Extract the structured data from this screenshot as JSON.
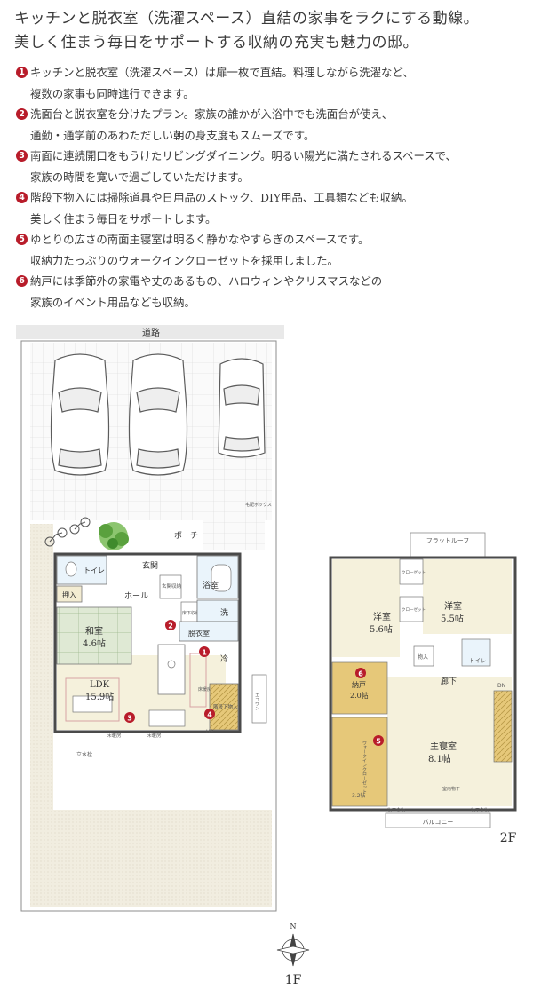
{
  "headline": {
    "line1": "キッチンと脱衣室（洗濯スペース）直結の家事をラクにする動線。",
    "line2": "美しく住まう毎日をサポートする収納の充実も魅力の邸。"
  },
  "points": [
    {
      "num": "1",
      "line1": "キッチンと脱衣室（洗濯スペース）は扉一枚で直結。料理しながら洗濯など、",
      "line2": "複数の家事も同時進行できます。"
    },
    {
      "num": "2",
      "line1": "洗面台と脱衣室を分けたプラン。家族の誰かが入浴中でも洗面台が使え、",
      "line2": "通勤・通学前のあわただしい朝の身支度もスムーズです。"
    },
    {
      "num": "3",
      "line1": "南面に連続開口をもうけたリビングダイニング。明るい陽光に満たされるスペースで、",
      "line2": "家族の時間を寛いで過ごしていただけます。"
    },
    {
      "num": "4",
      "line1": "階段下物入には掃除道具や日用品のストック、DIY用品、工具類なども収納。",
      "line2": "美しく住まう毎日をサポートします。"
    },
    {
      "num": "5",
      "line1": "ゆとりの広さの南面主寝室は明るく静かなやすらぎのスペースです。",
      "line2": "収納力たっぷりのウォークインクローゼットを採用しました。"
    },
    {
      "num": "6",
      "line1": "納戸には季節外の家電や丈のあるもの、ハロウィンやクリスマスなどの",
      "line2": "家族のイベント用品なども収納。"
    }
  ],
  "floor1": {
    "road": "道路",
    "porch": "ポーチ",
    "entrance": "玄関",
    "hall": "ホール",
    "toilet": "トイレ",
    "storage": "押入",
    "washitsu_name": "和室",
    "washitsu_size": "4.6帖",
    "bath": "浴室",
    "wash": "洗",
    "dressing": "脱衣室",
    "cold": "冷",
    "genkan_storage": "玄関収納",
    "floor_storage": "床下収納",
    "ldk_name": "LDK",
    "ldk_size": "15.9帖",
    "stair_storage": "階段下物入",
    "floor_heating_1": "床暖房",
    "floor_heating_2": "床暖房",
    "floor_heating_3": "床暖房",
    "up": "UP",
    "ecowill": "エコワン",
    "faucet": "立水栓",
    "delivery_box": "宅配ボックス",
    "label": "1F",
    "north": "N"
  },
  "floor2": {
    "flat_roof": "フラットルーフ",
    "western1_name": "洋室",
    "western1_size": "5.6帖",
    "western2_name": "洋室",
    "western2_size": "5.5帖",
    "closet1": "クローゼット",
    "closet2": "クローゼット",
    "storage": "物入",
    "toilet": "トイレ",
    "corridor": "廊下",
    "dn": "DN",
    "nando_name": "納戸",
    "nando_size": "2.0帖",
    "wic": "ウォークインクローゼット",
    "wic_size": "3.2帖",
    "master_name": "主寝室",
    "master_size": "8.1帖",
    "drying_indoor": "室内物干",
    "balcony": "バルコニー",
    "drying_hardware_1": "物干金物",
    "drying_hardware_2": "物干金物",
    "label": "2F"
  },
  "colors": {
    "accent": "#b81c2a",
    "walls": "#4a4a4a",
    "ldk_floor": "#f5f1dc",
    "tatami": "#dfe9d4",
    "stair": "#e6c879",
    "green": "#4f9a3e",
    "yard": "#f2ecdd"
  }
}
